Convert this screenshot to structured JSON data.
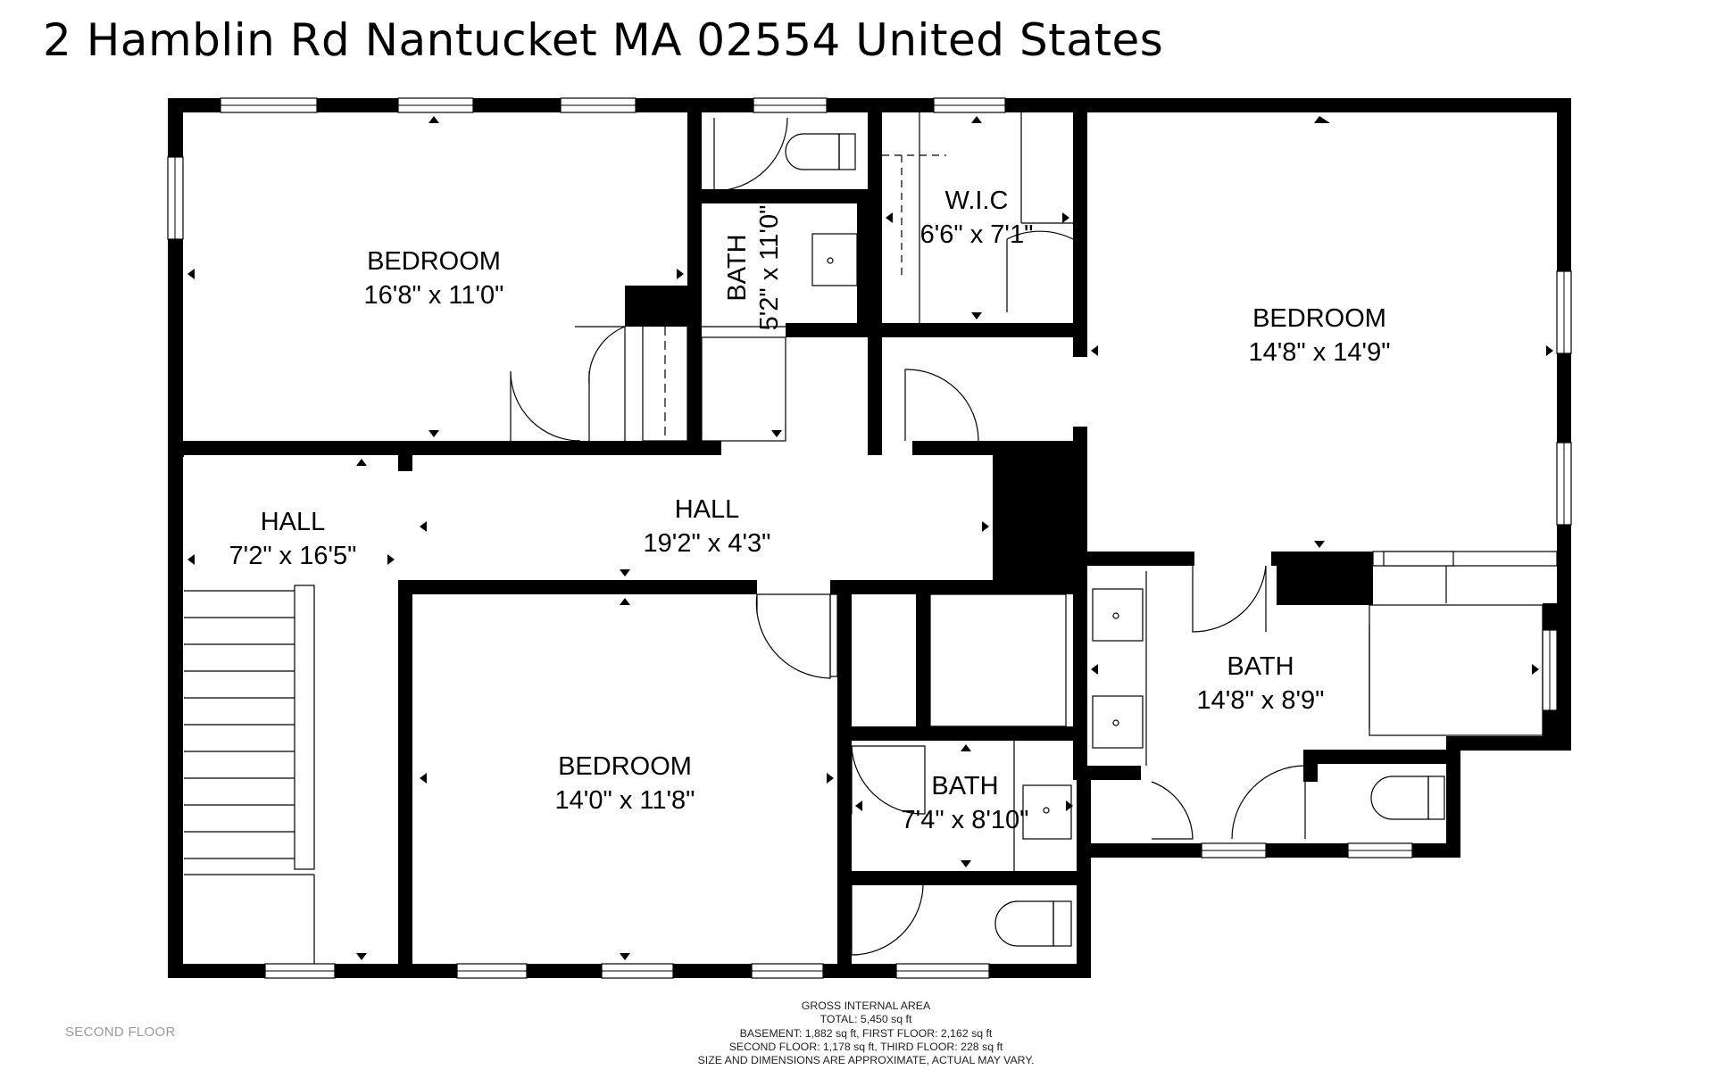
{
  "title": "2 Hamblin Rd Nantucket MA 02554 United States",
  "floor_label": "SECOND FLOOR",
  "area_note": [
    "GROSS INTERNAL AREA",
    "TOTAL: 5,450 sq ft",
    "BASEMENT: 1,882 sq ft, FIRST FLOOR: 2,162 sq ft",
    "SECOND FLOOR: 1,178 sq ft, THIRD FLOOR: 228 sq ft",
    "SIZE AND DIMENSIONS ARE APPROXIMATE, ACTUAL MAY VARY."
  ],
  "rooms": {
    "bedroom_nw": {
      "name": "BEDROOM",
      "dims": "16'8\" x 11'0\""
    },
    "bath_small": {
      "name": "BATH",
      "dims": "5'2\" x 11'0\""
    },
    "wic": {
      "name": "W.I.C",
      "dims": "6'6\" x 7'1\""
    },
    "bedroom_ne": {
      "name": "BEDROOM",
      "dims": "14'8\" x 14'9\""
    },
    "hall_west": {
      "name": "HALL",
      "dims": "7'2\" x 16'5\""
    },
    "hall_center": {
      "name": "HALL",
      "dims": "19'2\" x 4'3\""
    },
    "bedroom_s": {
      "name": "BEDROOM",
      "dims": "14'0\" x 11'8\""
    },
    "bath_center": {
      "name": "BATH",
      "dims": "7'4\" x 8'10\""
    },
    "bath_east": {
      "name": "BATH",
      "dims": "14'8\" x 8'9\""
    }
  }
}
